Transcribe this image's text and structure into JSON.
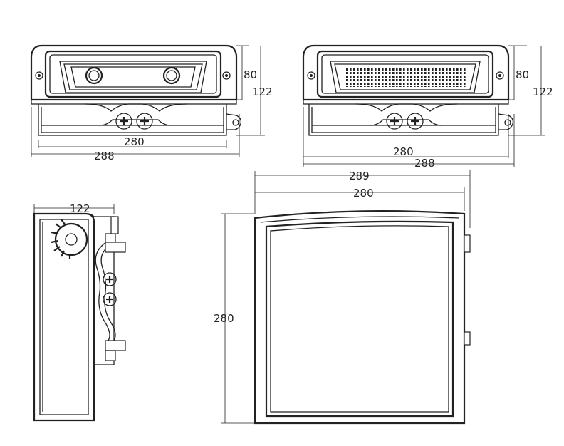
{
  "front_view_left": {
    "dim_width_inner": "280",
    "dim_width_outer": "288",
    "dim_height_inner": "80",
    "dim_height_outer": "122"
  },
  "front_view_right": {
    "dim_width_inner": "280",
    "dim_width_outer": "288",
    "dim_height_inner": "80",
    "dim_height_outer": "122"
  },
  "side_view": {
    "dim_depth": "122"
  },
  "top_view": {
    "dim_width_outer": "289",
    "dim_width_inner": "280",
    "dim_height": "280"
  },
  "icons": [
    "screw-icon",
    "angle-dial-icon",
    "led-grid-icon",
    "lens-icon"
  ]
}
